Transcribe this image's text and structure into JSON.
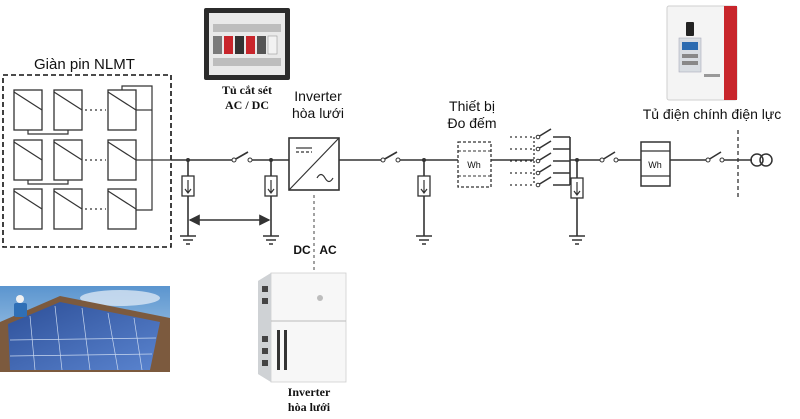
{
  "labels": {
    "pv_array": "Giàn pin NLMT",
    "surge_cabinet_line1": "Tủ cắt sét",
    "surge_cabinet_line2": "AC / DC",
    "inverter_line1": "Inverter",
    "inverter_line2": "hòa lưới",
    "meter_line1": "Thiết bị",
    "meter_line2": "Đo đếm",
    "main_panel": "Tủ điện chính điện lực",
    "dc_label": "DC",
    "ac_label": "AC",
    "wh_meter_1": "Wh",
    "wh_meter_2": "Wh",
    "inverter_photo_line1": "Inverter",
    "inverter_photo_line2": "hòa lưới"
  },
  "colors": {
    "line": "#333333",
    "sky": "#6fa6d8",
    "panel_blue": "#2f58a8",
    "cabinet_red": "#c8252b"
  },
  "icons": [
    "pv-module-icon",
    "disconnect-switch-icon",
    "surge-arrester-icon",
    "ground-icon",
    "inverter-symbol-icon",
    "transformer-icon"
  ]
}
